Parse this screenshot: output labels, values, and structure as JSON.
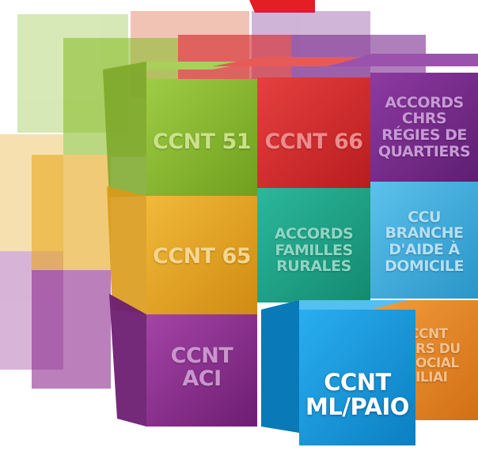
{
  "blocks": {
    "ccnt51": {
      "lines": [
        "CCNT 51"
      ],
      "color": "#8cbf2e",
      "text_color": "#c9e28a"
    },
    "ccnt66": {
      "lines": [
        "CCNT 66"
      ],
      "color": "#d42326",
      "text_color": "#f08a8c"
    },
    "accords_chrs": {
      "lines": [
        "ACCORDS",
        "CHRS",
        "RÉGIES DE",
        "QUARTIERS"
      ],
      "color": "#7a2a8e",
      "text_color": "#c79ad6"
    },
    "ccnt65": {
      "lines": [
        "CCNT 65"
      ],
      "color": "#e9a81e",
      "text_color": "#f6d68c"
    },
    "accords_familles": {
      "lines": [
        "ACCORDS",
        "FAMILLES",
        "RURALES"
      ],
      "color": "#1aa689",
      "text_color": "#8fd6c4"
    },
    "ccu": {
      "lines": [
        "CCU",
        "BRANCHE",
        "D'AIDE À",
        "DOMICILE"
      ],
      "color": "#3fb1e3",
      "text_color": "#b4e0f4"
    },
    "ccnt_aci": {
      "lines": [
        "CCNT",
        "ACI"
      ],
      "color": "#8e2c8f",
      "text_color": "#c995cd"
    },
    "ccnt_foyers": {
      "lines": [
        "CCNT",
        "RS DU",
        "OCIAL",
        "ILIAI"
      ],
      "color": "#ea8a2a",
      "text_color": "#f6c18d"
    },
    "ccnt_ml": {
      "lines": [
        "CCNT",
        "ML/PAIO"
      ],
      "color": "#1a9fe0",
      "text_color": "#ffffff"
    }
  },
  "accent_colors": {
    "top_red_tab": "#e31e24"
  }
}
